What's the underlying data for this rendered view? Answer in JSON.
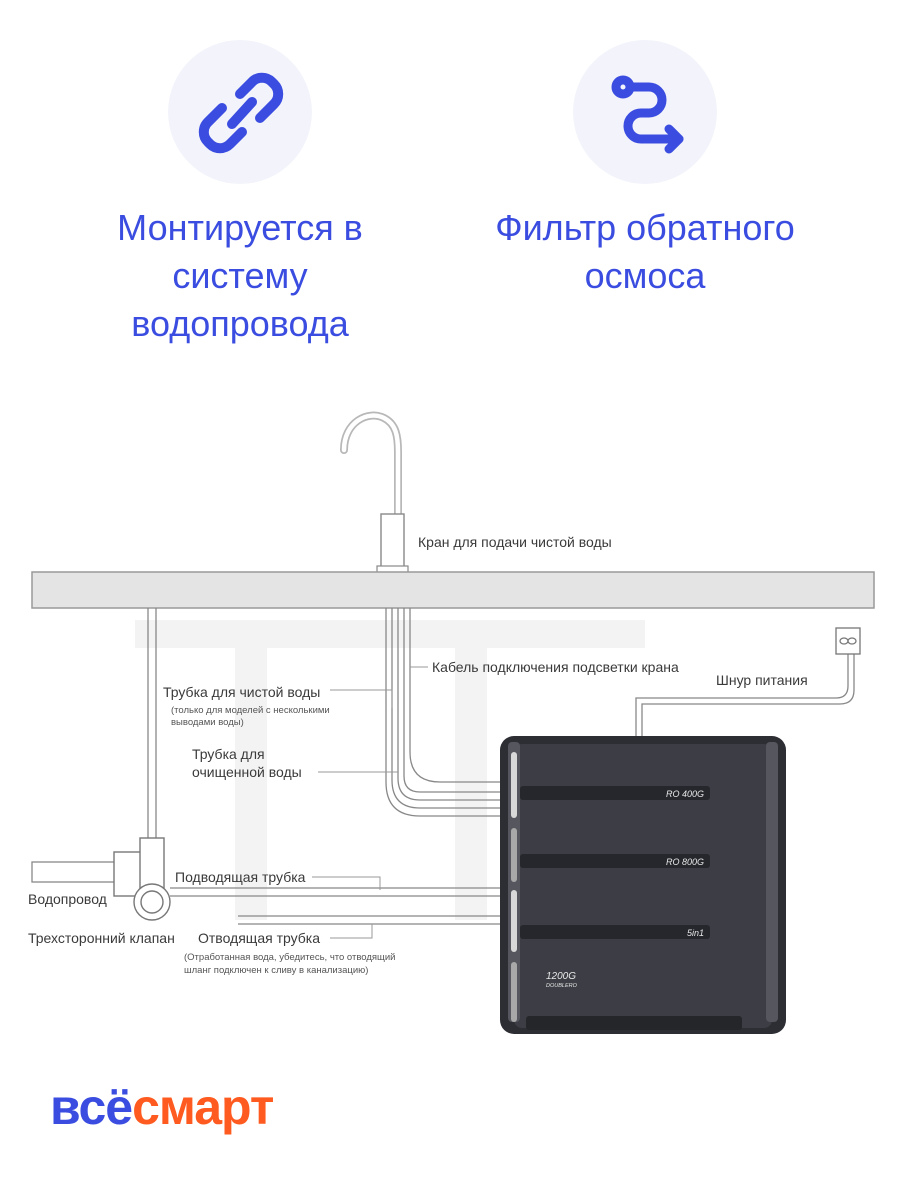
{
  "features": [
    {
      "icon": "link-icon",
      "caption": "Монтируется в\nсистему\nводопровода"
    },
    {
      "icon": "route-icon",
      "caption": "Фильтр обратного\nосмоса"
    }
  ],
  "diagram": {
    "labels": {
      "faucet": "Кран для подачи чистой воды",
      "cable": "Кабель подключения подсветки крана",
      "power_cord": "Шнур питания",
      "clean_tube": "Трубка для чистой воды",
      "clean_tube_note_1": "(только для моделей с несколькими",
      "clean_tube_note_2": "выводами воды)",
      "purified_tube_1": "Трубка для",
      "purified_tube_2": "очищенной воды",
      "inlet_tube": "Подводящая трубка",
      "water_supply": "Водопровод",
      "three_way_valve": "Трехсторонний клапан",
      "drain_tube": "Отводящая трубка",
      "drain_note_1": "(Отработанная вода, убедитесь, что отводящий",
      "drain_note_2": "шланг подключен к сливу в канализацию)"
    },
    "device": {
      "label_1": "RO 400G",
      "label_2": "RO 800G",
      "label_3": "5in1",
      "badge_1": "1200G",
      "badge_2": "DOUBLERO"
    }
  },
  "brand": {
    "part1": "всё",
    "part2": "смарт"
  }
}
